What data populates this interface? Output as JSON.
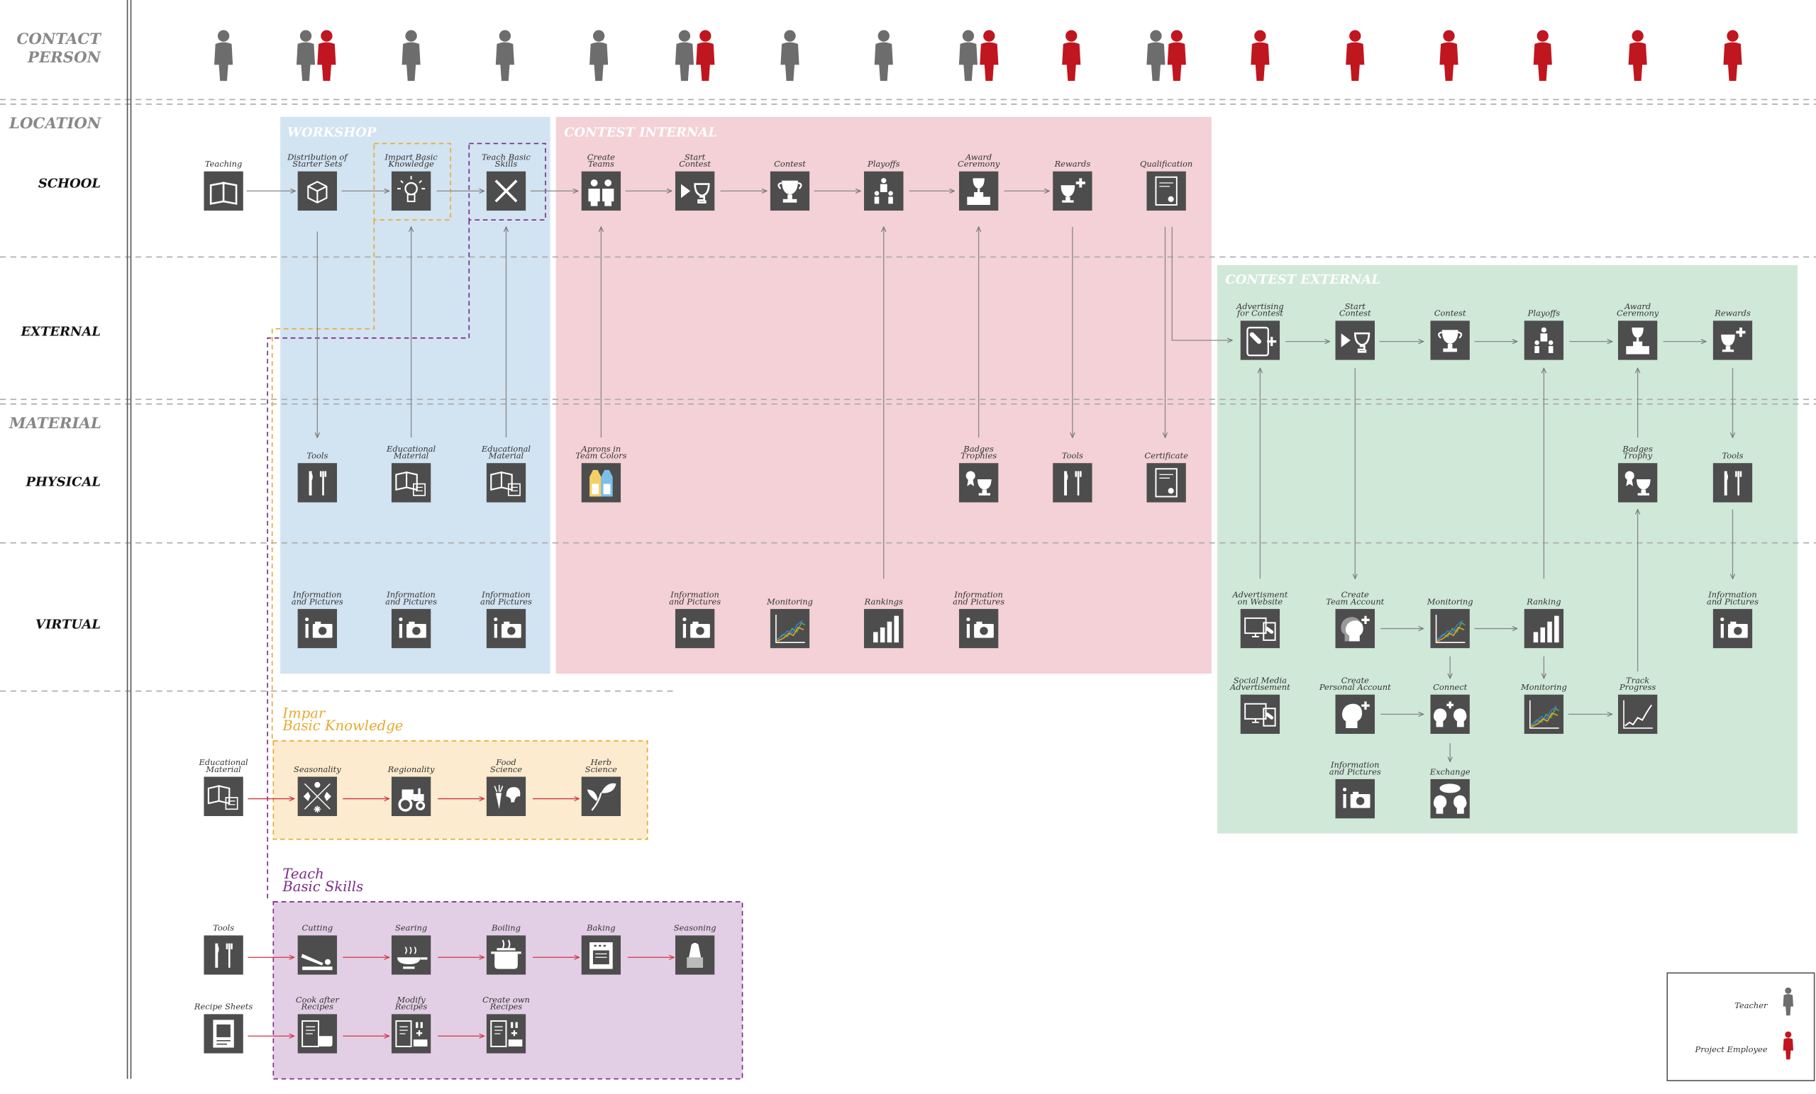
{
  "headers": {
    "contact_person": "CONTACT\nPERSON",
    "location": "LOCATION",
    "material": "MATERIAL"
  },
  "row_labels": {
    "school": "SCHOOL",
    "external": "EXTERNAL",
    "physical": "PHYSICAL",
    "virtual": "VIRTUAL"
  },
  "zones": {
    "workshop": "WORKSHOP",
    "contest_internal": "CONTEST INTERNAL",
    "contest_external": "CONTEST EXTERNAL",
    "impart": "Impar\nBasic Knowledge",
    "teach": "Teach\nBasic Skills"
  },
  "legend": {
    "teacher": "Teacher",
    "employee": "Project Employee"
  },
  "colors": {
    "teacher": "#6d6d6d",
    "employee": "#c0161f",
    "workshop_bg": "#d2e3f1",
    "contest_internal_bg": "#f3d1d6",
    "contest_external_bg": "#d0e8d8",
    "impart_bg": "#fcebcf",
    "impart_accent": "#e7aa2f",
    "teach_bg": "#e3cfe5",
    "teach_accent": "#7b2a86",
    "icon_bg": "#4d4d4d"
  },
  "contact_persons": [
    [
      "teacher"
    ],
    [
      "teacher",
      "employee"
    ],
    [
      "teacher"
    ],
    [
      "teacher"
    ],
    [
      "teacher"
    ],
    [
      "teacher",
      "employee"
    ],
    [
      "teacher"
    ],
    [
      "teacher"
    ],
    [
      "teacher",
      "employee"
    ],
    [
      "employee"
    ],
    [
      "teacher",
      "employee"
    ],
    [
      "employee"
    ],
    [
      "employee"
    ],
    [
      "employee"
    ],
    [
      "employee"
    ],
    [
      "employee"
    ],
    [
      "employee"
    ]
  ],
  "nodes": [
    {
      "label": "Teaching",
      "icon": "book-icon"
    },
    {
      "label": "Distribution of\nStarter Sets",
      "icon": "box-icon"
    },
    {
      "label": "Impart Basic\nKnowledge",
      "icon": "lightbulb-icon"
    },
    {
      "label": "Teach Basic\nSkills",
      "icon": "knife-fork-icon"
    },
    {
      "label": "Create\nTeams",
      "icon": "teams-icon"
    },
    {
      "label": "Start\nContest",
      "icon": "play-trophy-icon"
    },
    {
      "label": "Contest",
      "icon": "trophy-icon"
    },
    {
      "label": "Playoffs",
      "icon": "playoffs-icon"
    },
    {
      "label": "Award\nCeremony",
      "icon": "podium-icon"
    },
    {
      "label": "Rewards",
      "icon": "trophy-plus-icon"
    },
    {
      "label": "Qualification",
      "icon": "certificate-icon"
    },
    {
      "label": "Tools",
      "icon": "tools-icon"
    },
    {
      "label": "Educational\nMaterial",
      "icon": "edu-material-icon"
    },
    {
      "label": "Educational\nMaterial",
      "icon": "edu-material-icon"
    },
    {
      "label": "Aprons in\nTeam Colors",
      "icon": "aprons-icon"
    },
    {
      "label": "Badges\nTrophies",
      "icon": "badge-trophy-icon"
    },
    {
      "label": "Tools",
      "icon": "tools-icon"
    },
    {
      "label": "Certificate",
      "icon": "certificate-icon"
    },
    {
      "label": "Information\nand Pictures",
      "icon": "info-camera-icon"
    },
    {
      "label": "Information\nand Pictures",
      "icon": "info-camera-icon"
    },
    {
      "label": "Information\nand Pictures",
      "icon": "info-camera-icon"
    },
    {
      "label": "Information\nand Pictures",
      "icon": "info-camera-icon"
    },
    {
      "label": "Monitoring",
      "icon": "monitoring-icon"
    },
    {
      "label": "Rankings",
      "icon": "ranking-icon"
    },
    {
      "label": "Information\nand Pictures",
      "icon": "info-camera-icon"
    },
    {
      "label": "Advertising\nfor Contest",
      "icon": "advertising-icon"
    },
    {
      "label": "Start\nContest",
      "icon": "play-trophy-icon"
    },
    {
      "label": "Contest",
      "icon": "trophy-icon"
    },
    {
      "label": "Playoffs",
      "icon": "playoffs-icon"
    },
    {
      "label": "Award\nCeremony",
      "icon": "podium-icon"
    },
    {
      "label": "Rewards",
      "icon": "trophy-plus-icon"
    },
    {
      "label": "Badges\nTrophy",
      "icon": "badge-trophy-icon"
    },
    {
      "label": "Tools",
      "icon": "tools-icon"
    },
    {
      "label": "Advertisment\non Website",
      "icon": "website-ad-icon"
    },
    {
      "label": "Create\nTeam Account",
      "icon": "team-account-icon"
    },
    {
      "label": "Monitoring",
      "icon": "monitoring-icon"
    },
    {
      "label": "Ranking",
      "icon": "ranking-icon"
    },
    {
      "label": "Information\nand Pictures",
      "icon": "info-camera-icon"
    },
    {
      "label": "Social Media\nAdvertisement",
      "icon": "website-ad-icon"
    },
    {
      "label": "Create\nPersonal Account",
      "icon": "personal-account-icon"
    },
    {
      "label": "Connect",
      "icon": "connect-icon"
    },
    {
      "label": "Monitoring",
      "icon": "monitoring-icon"
    },
    {
      "label": "Track\nProgress",
      "icon": "track-icon"
    },
    {
      "label": "Information\nand Pictures",
      "icon": "info-camera-icon"
    },
    {
      "label": "Exchange",
      "icon": "exchange-icon"
    },
    {
      "label": "Educational\nMaterial",
      "icon": "edu-material-icon"
    },
    {
      "label": "Seasonality",
      "icon": "seasonality-icon"
    },
    {
      "label": "Regionality",
      "icon": "tractor-icon"
    },
    {
      "label": "Food\nScience",
      "icon": "food-science-icon"
    },
    {
      "label": "Herb\nScience",
      "icon": "herb-icon"
    },
    {
      "label": "Tools",
      "icon": "tools-icon"
    },
    {
      "label": "Cutting",
      "icon": "cutting-icon"
    },
    {
      "label": "Searing",
      "icon": "searing-icon"
    },
    {
      "label": "Boiling",
      "icon": "boiling-icon"
    },
    {
      "label": "Baking",
      "icon": "oven-icon"
    },
    {
      "label": "Seasoning",
      "icon": "salt-icon"
    },
    {
      "label": "Recipe Sheets",
      "icon": "recipe-icon"
    },
    {
      "label": "Cook after\nRecipes",
      "icon": "recipe-pot-icon"
    },
    {
      "label": "Modify\nRecipes",
      "icon": "recipe-modify-icon"
    },
    {
      "label": "Create own\nRecipes",
      "icon": "recipe-modify-icon"
    }
  ]
}
